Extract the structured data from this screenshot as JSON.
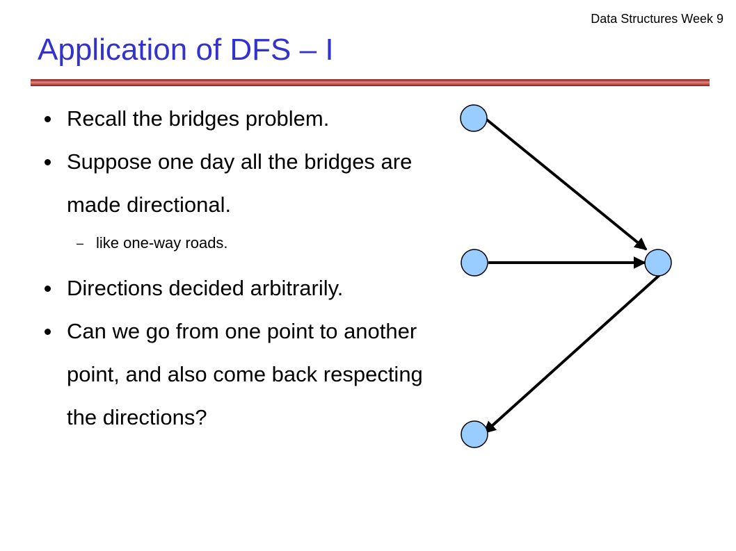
{
  "header": {
    "label": "Data Structures Week 9"
  },
  "slide": {
    "title": "Application of DFS – I",
    "bullets": [
      {
        "text": "Recall the bridges problem."
      },
      {
        "text": "Suppose one day all the bridges are made directional."
      },
      {
        "text": "like one-way roads.",
        "sub": true
      },
      {
        "text": "Directions decided arbitrarily."
      },
      {
        "text": "Can we go from one point to another point, and also come back respecting the directions?"
      }
    ]
  },
  "colors": {
    "title": "#3333cc",
    "accent_rule": "#c8322d",
    "node_fill": "#99ccff",
    "node_stroke": "#000000",
    "edge": "#000000"
  },
  "graph": {
    "nodes": [
      "top-left",
      "middle-left",
      "bottom-left",
      "right"
    ],
    "edges": [
      {
        "from": "top-left",
        "to": "right"
      },
      {
        "from": "middle-left",
        "to": "right"
      },
      {
        "from": "right",
        "to": "bottom-left"
      }
    ]
  }
}
